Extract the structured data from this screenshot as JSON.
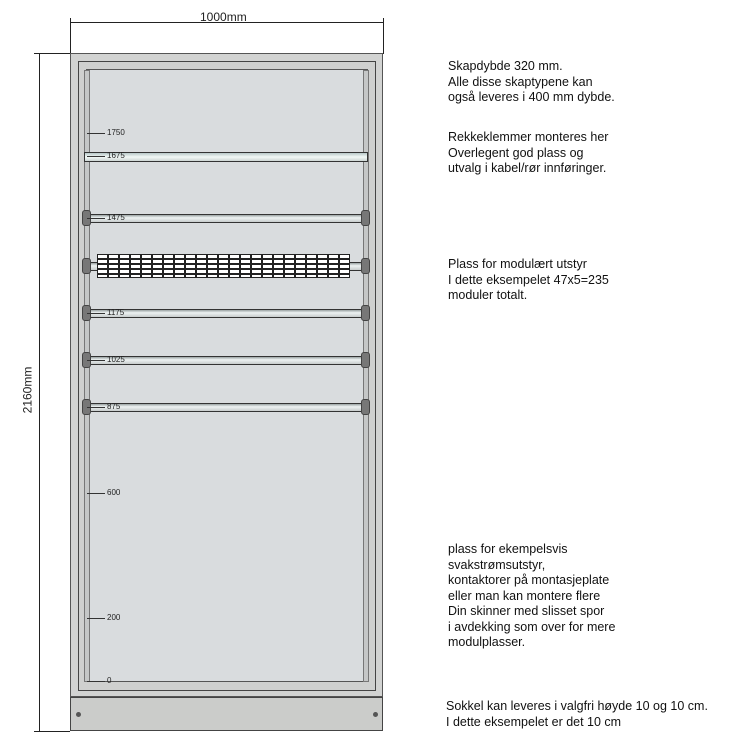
{
  "dimensions": {
    "width": "1000mm",
    "height": "2160mm"
  },
  "scale_marks": [
    "1750",
    "1675",
    "1475",
    "1175",
    "1025",
    "875",
    "600",
    "200",
    "0"
  ],
  "modules": {
    "visible_count": 23
  },
  "notes": [
    "Skapdybde 320 mm.\nAlle disse skaptypene kan\nogså leveres i 400 mm dybde.",
    "Rekkeklemmer monteres her\nOverlegent god plass og\nutvalg i kabel/rør innføringer.",
    "Plass for modulært utstyr\nI dette eksempelet 47x5=235\nmoduler totalt.",
    "plass for ekempelsvis\nsvakstrømsutstyr,\nkontaktorer på montasjeplate\neller man kan montere flere\nDin skinner med slisset spor\ni avdekking som over for mere\nmodulplasser.",
    "Sokkel kan leveres i valgfri høyde 10 og 10 cm.\nI dette eksempelet er det 10 cm"
  ]
}
